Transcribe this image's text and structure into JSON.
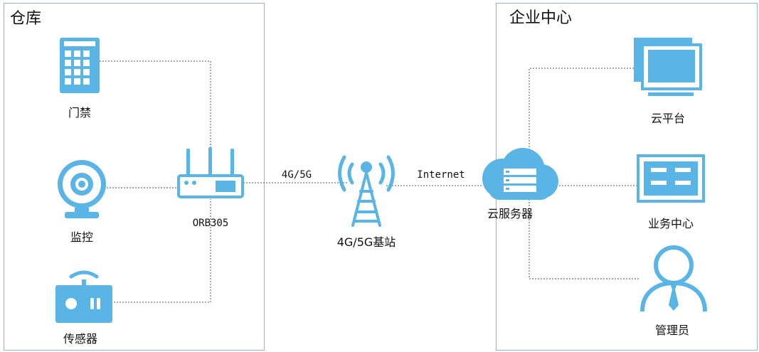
{
  "warehouse": {
    "title": "仓库",
    "devices": {
      "door": "门禁",
      "camera": "监控",
      "sensor": "传感器"
    },
    "router": "ORB305"
  },
  "links": {
    "cellular": "4G/5G",
    "internet": "Internet"
  },
  "base_station": "4G/5G基站",
  "cloud_server": "云服务器",
  "enterprise": {
    "title": "企业中心",
    "items": {
      "cloud_platform": "云平台",
      "business_center": "业务中心",
      "admin": "管理员"
    }
  },
  "colors": {
    "icon": "#5ab5e6",
    "panel_border": "#8fb4d6",
    "wire": "#777777"
  }
}
